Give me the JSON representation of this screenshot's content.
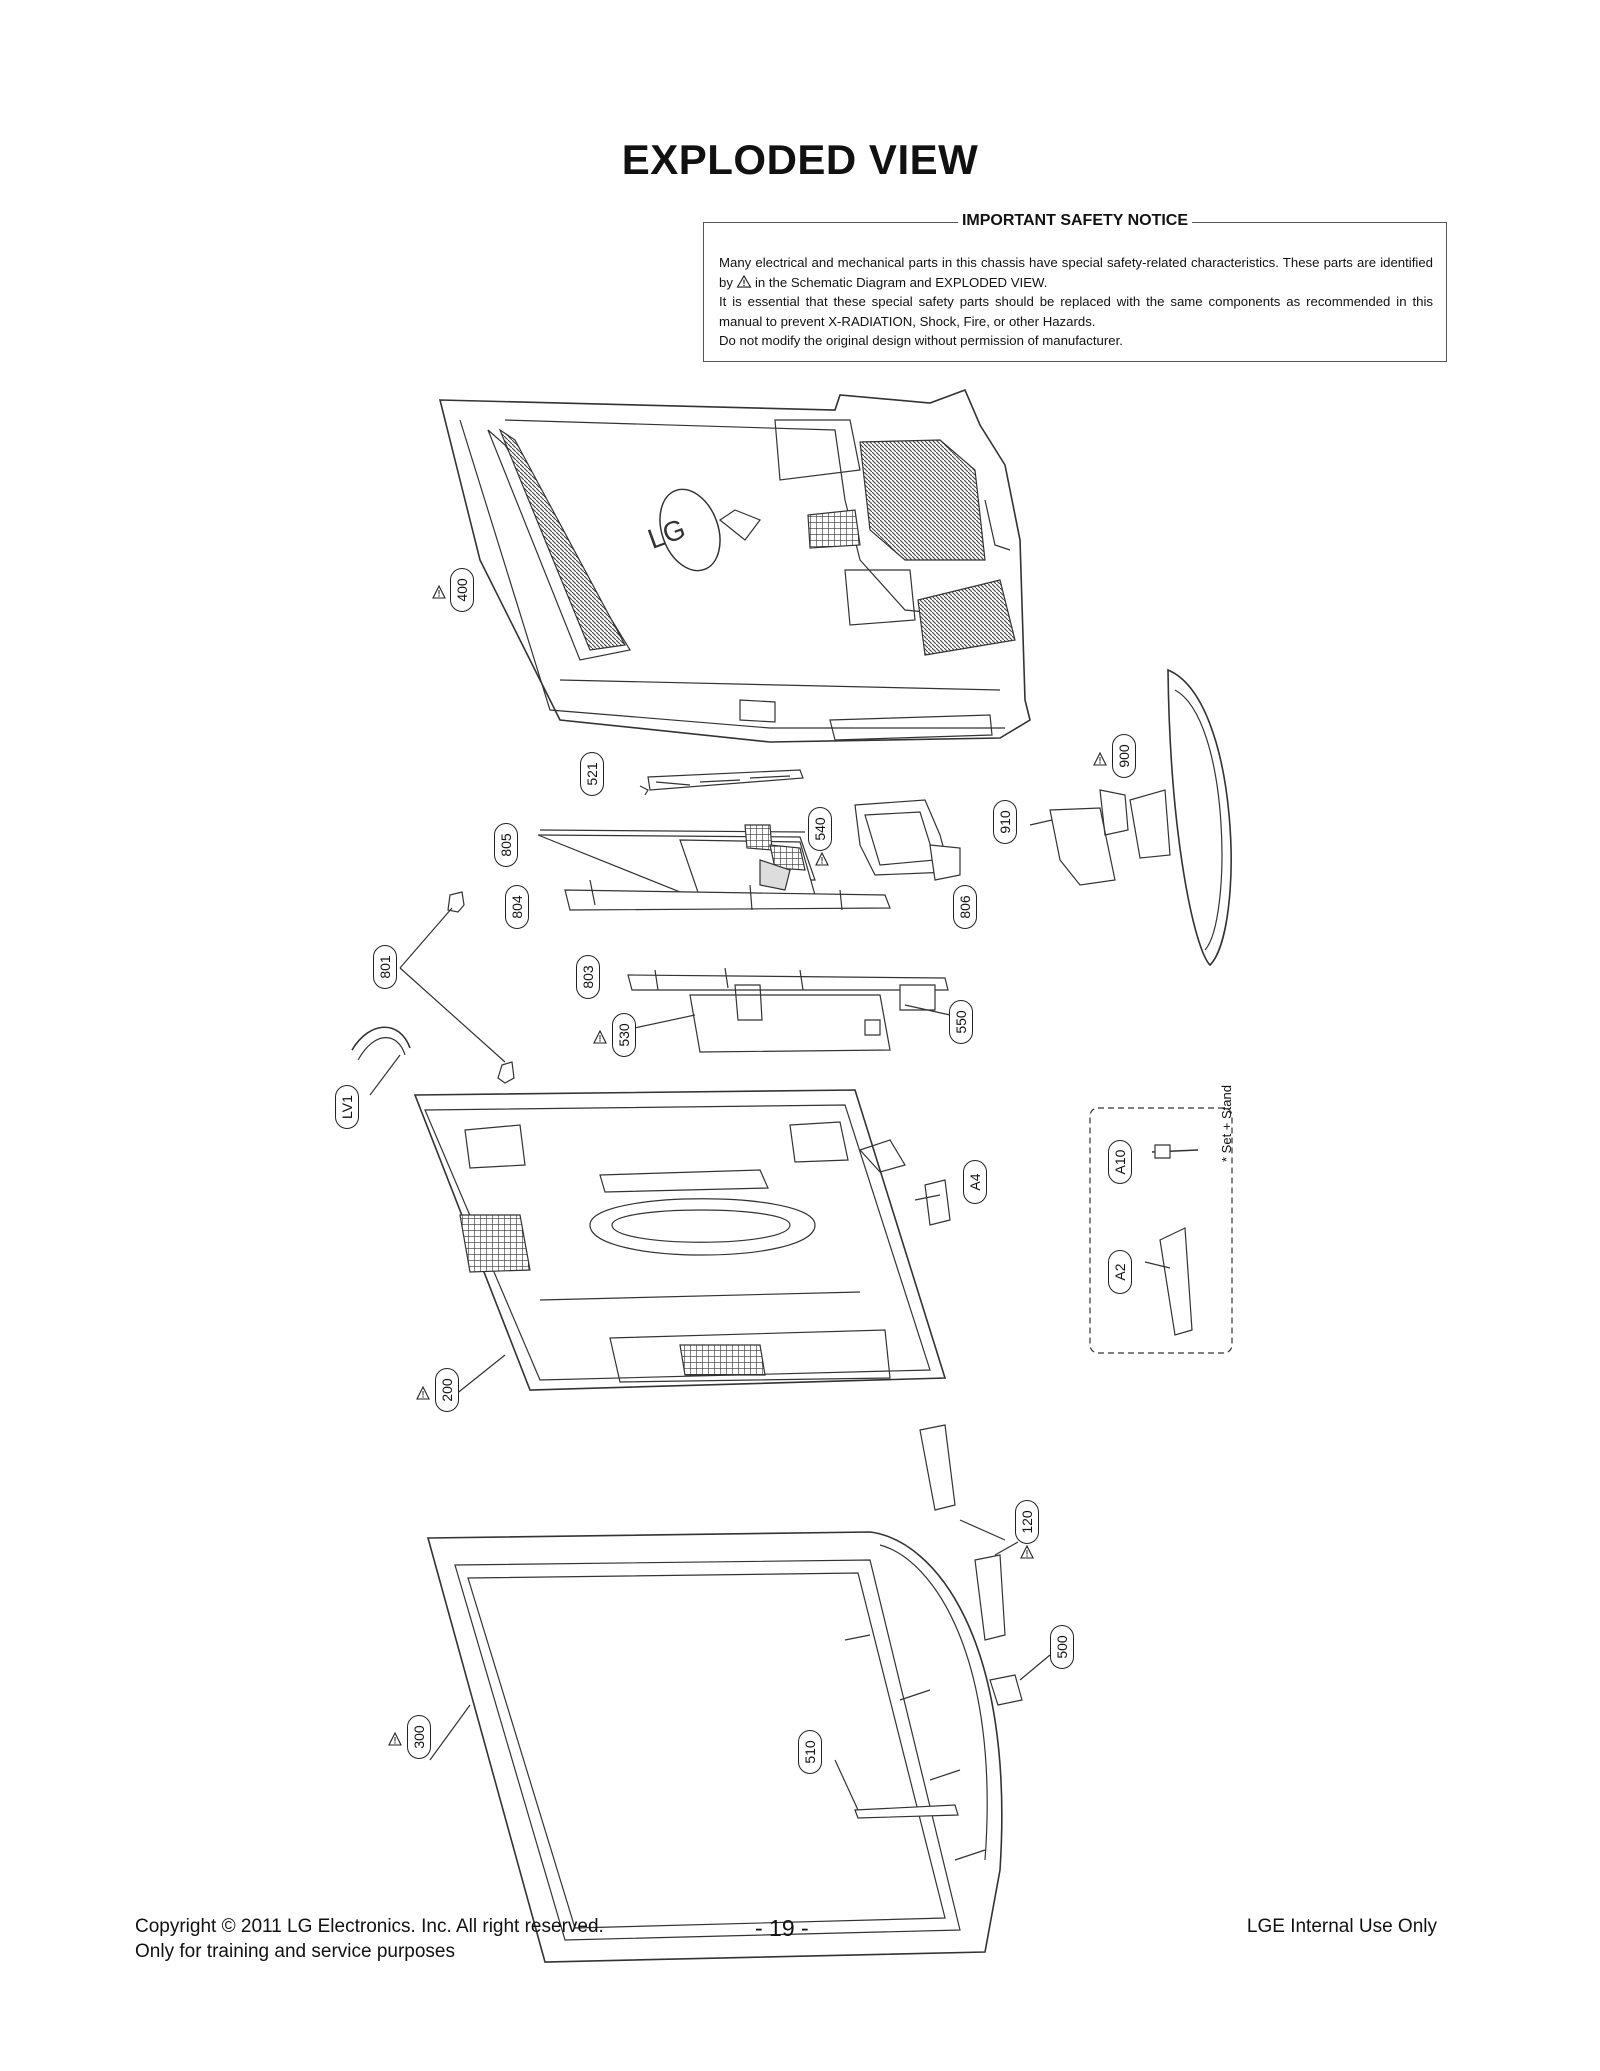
{
  "page_title": "EXPLODED VIEW",
  "notice": {
    "heading": "IMPORTANT SAFETY NOTICE",
    "line1a": "Many electrical and mechanical parts in this chassis have special safety-related characteristics. These parts are identified by",
    "line1b": "in the Schematic Diagram and EXPLODED VIEW.",
    "line2": "It is essential that these special safety parts should be replaced with the same components as recommended in this manual to prevent X-RADIATION, Shock, Fire, or other Hazards.",
    "line3": "Do not modify the original design without permission of manufacturer."
  },
  "parts": {
    "p400": "400",
    "p521": "521",
    "p900": "900",
    "p910": "910",
    "p805": "805",
    "p540": "540",
    "p804": "804",
    "p806": "806",
    "p801": "801",
    "p803": "803",
    "p530": "530",
    "p550": "550",
    "pLV1": "LV1",
    "pA4": "A4",
    "pA10": "A10",
    "pA2": "A2",
    "p200": "200",
    "p120": "120",
    "p500": "500",
    "p300": "300",
    "p510": "510"
  },
  "stand_note": "* Set + Stand",
  "logo_text": "LG",
  "footer": {
    "copyright": "Copyright  © 2011 LG Electronics. Inc. All right reserved.",
    "training": "Only for training and service purposes",
    "page_number": "- 19 -",
    "internal": "LGE Internal Use Only"
  }
}
